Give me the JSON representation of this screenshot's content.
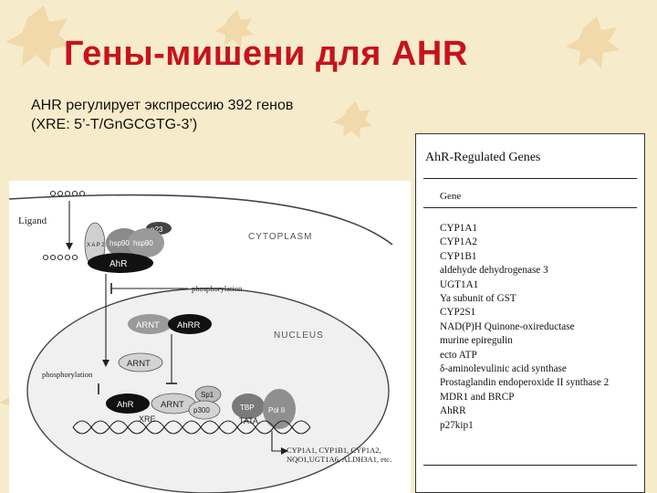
{
  "slide": {
    "title": "Гены-мишени  для AHR",
    "subtitle_line1": "AHR регулирует экспрессию 392 генов",
    "subtitle_line2": "(XRE: 5’-T/GnGCGTG-3’)"
  },
  "diagram": {
    "ligand": "Ligand",
    "xap2": "X A P 2",
    "p23": "p23",
    "hsp90a": "hsp90",
    "hsp90b": "hsp90",
    "ahr_cyto": "AhR",
    "cytoplasm": "CYTOPLASM",
    "phosphorylation_top": "phosphorylation",
    "arnt_top": "ARNT",
    "ahrr": "AhRR",
    "nucleus": "NUCLEUS",
    "arnt_mid": "ARNT",
    "phosphorylation_left": "phosphorylation",
    "ahr_dna": "AhR",
    "arnt_dna": "ARNT",
    "sp1": "Sp1",
    "p300": "p300",
    "tbp": "TBP",
    "pol2": "Pol II",
    "xre": "XRE",
    "tata": "TATA",
    "target_genes": "CYP1A1, CYP1B1, CYP1A2, NQO1,UGT1A6, ALDH3A1, etc."
  },
  "table": {
    "title": "AhR-Regulated Genes",
    "column_header": "Gene",
    "genes": [
      "CYP1A1",
      "CYP1A2",
      "CYP1B1",
      "aldehyde dehydrogenase 3",
      "UGT1A1",
      "Ya subunit of GST",
      "CYP2S1",
      "NAD(P)H Quinone-oxireductase",
      "murine epiregulin",
      "ecto ATP",
      "δ-aminolevulinic acid synthase",
      "Prostaglandin endoperoxide II synthase 2",
      "MDR1 and BRCP",
      "AhRR",
      "p27kip1"
    ]
  },
  "colors": {
    "title": "#c8121b",
    "background": "#f6eccb",
    "protein_dark": "#111111",
    "protein_gray": "#8a8a8a",
    "protein_light": "#cfcfcf"
  }
}
